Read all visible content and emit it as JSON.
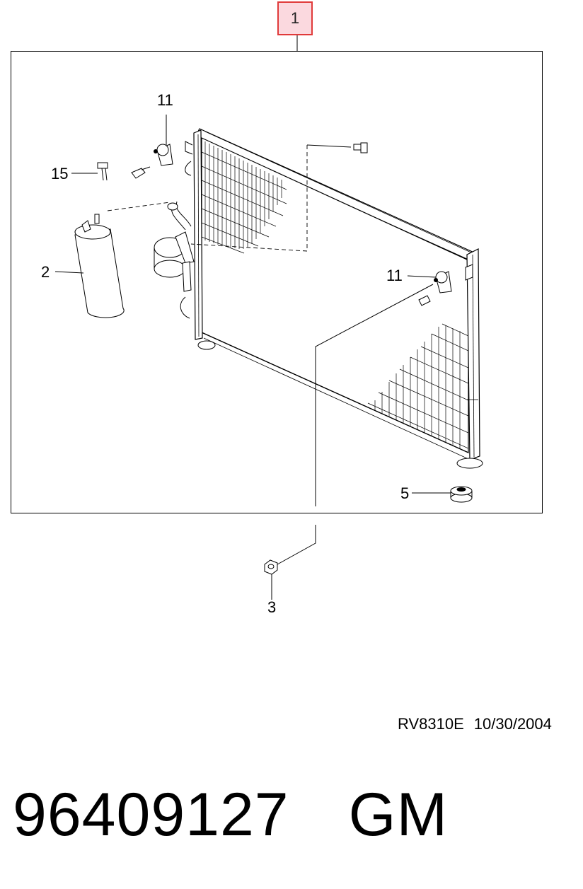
{
  "callout_top": "1",
  "labels": {
    "l11a": "11",
    "l15": "15",
    "l2": "2",
    "l11b": "11",
    "l5": "5",
    "l3": "3"
  },
  "footer": {
    "drawing_ref": "RV8310E",
    "date": "10/30/2004"
  },
  "part": {
    "number": "96409127",
    "brand": "GM"
  },
  "colors": {
    "callout_border": "#e03a3a",
    "callout_fill": "#fbd9df"
  }
}
